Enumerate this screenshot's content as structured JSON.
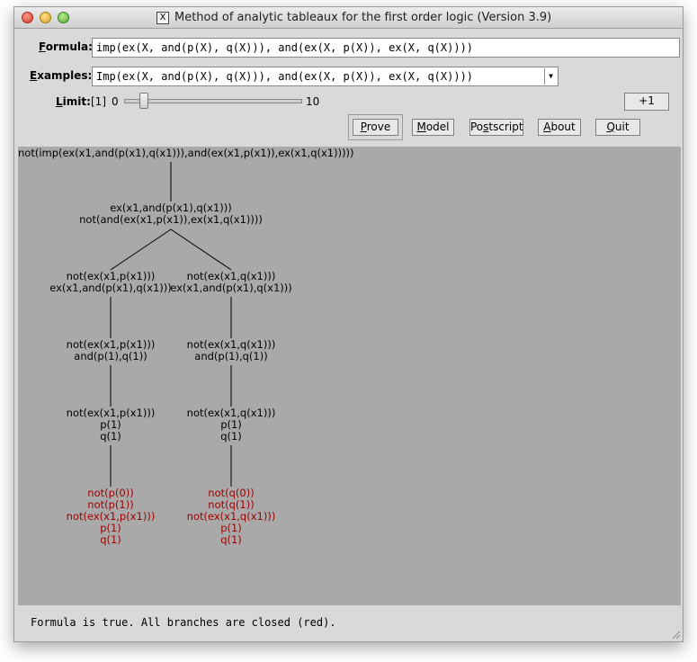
{
  "window": {
    "title": "Method of analytic tableaux for the first order logic (Version 3.9)",
    "x_icon": "X"
  },
  "form": {
    "formula_label_u": "F",
    "formula_label_rest": "ormula:",
    "formula_value": "imp(ex(X, and(p(X), q(X))), and(ex(X, p(X)), ex(X, q(X))))",
    "examples_label_u": "E",
    "examples_label_rest": "xamples:",
    "examples_value": "Imp(ex(X, and(p(X), q(X))), and(ex(X, p(X)), ex(X, q(X))))",
    "limit_label_u": "L",
    "limit_label_rest": "imit:",
    "limit_current": "[1]",
    "limit_min": "0",
    "limit_max": "10",
    "limit_value": 1,
    "plus_one": "+1"
  },
  "buttons": {
    "prove_u": "P",
    "prove_rest": "rove",
    "model_u": "M",
    "model_rest": "odel",
    "postscript_pre": "Po",
    "postscript_u": "s",
    "postscript_rest": "tscript",
    "about_u": "A",
    "about_rest": "bout",
    "quit_u": "Q",
    "quit_rest": "uit"
  },
  "tree": {
    "root": [
      "not(imp(ex(x1,and(p(x1),q(x1))),and(ex(x1,p(x1)),ex(x1,q(x1)))))"
    ],
    "n1": [
      "ex(x1,and(p(x1),q(x1)))",
      "not(and(ex(x1,p(x1)),ex(x1,q(x1))))"
    ],
    "left": [
      [
        "not(ex(x1,p(x1)))",
        "ex(x1,and(p(x1),q(x1)))"
      ],
      [
        "not(ex(x1,p(x1)))",
        "and(p(1),q(1))"
      ],
      [
        "not(ex(x1,p(x1)))",
        "p(1)",
        "q(1)"
      ],
      [
        "not(p(0))",
        "not(p(1))",
        "not(ex(x1,p(x1)))",
        "p(1)",
        "q(1)"
      ]
    ],
    "right": [
      [
        "not(ex(x1,q(x1)))",
        "ex(x1,and(p(x1),q(x1)))"
      ],
      [
        "not(ex(x1,q(x1)))",
        "and(p(1),q(1))"
      ],
      [
        "not(ex(x1,q(x1)))",
        "p(1)",
        "q(1)"
      ],
      [
        "not(q(0))",
        "not(q(1))",
        "not(ex(x1,q(x1)))",
        "p(1)",
        "q(1)"
      ]
    ],
    "closed_color": "#9b0000",
    "canvas_color": "#a9a9a9"
  },
  "status": "Formula is true. All branches are closed (red)."
}
